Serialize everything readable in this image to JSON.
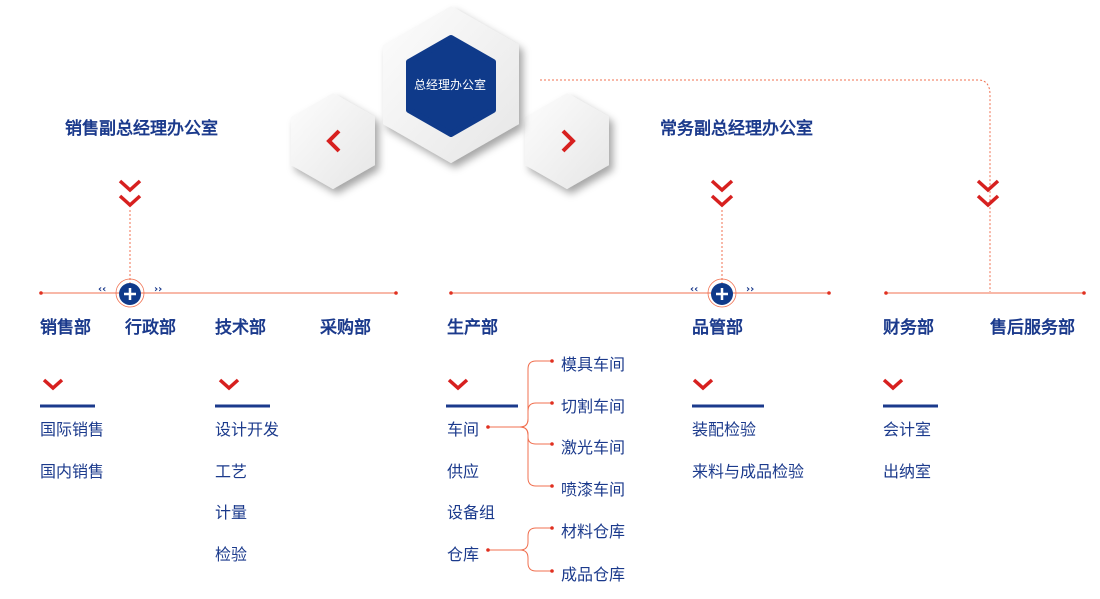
{
  "top_office": "总经理办公室",
  "left_office": "销售副总经理办公室",
  "right_office": "常务副总经理办公室",
  "departments": [
    "销售部",
    "行政部",
    "技术部",
    "采购部",
    "生产部",
    "品管部",
    "财务部",
    "售后服务部"
  ],
  "sales_items": [
    "国际销售",
    "国内销售"
  ],
  "tech_items": [
    "设计开发",
    "工艺",
    "计量",
    "检验"
  ],
  "production_items": [
    "车间",
    "供应",
    "设备组",
    "仓库"
  ],
  "workshops": [
    "模具车间",
    "切割车间",
    "激光车间",
    "喷漆车间"
  ],
  "warehouses": [
    "材料仓库",
    "成品仓库"
  ],
  "qc_items": [
    "装配检验",
    "来料与成品检验"
  ],
  "finance_items": [
    "会计室",
    "出纳室"
  ],
  "colors": {
    "blue": "#1b3a8c",
    "red": "#d7201f",
    "line": "#f07050"
  }
}
